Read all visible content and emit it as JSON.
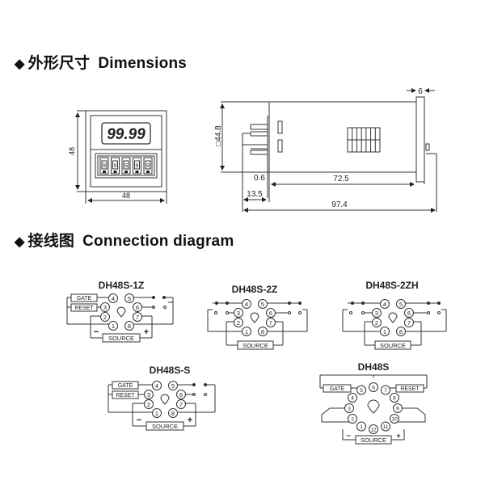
{
  "sections": {
    "dimensions": {
      "bullet": "◆",
      "title_cn": "外形尺寸",
      "title_en": "Dimensions"
    },
    "connection": {
      "bullet": "◆",
      "title_cn": "接线图",
      "title_en": "Connection diagram"
    }
  },
  "front_view": {
    "display_value": "99.99",
    "thumbwheels": [
      "9",
      "9",
      "S",
      "9",
      "9"
    ],
    "height_label": "48",
    "width_label": "48"
  },
  "side_view": {
    "height_label": "□44.8",
    "bezel_label": "6",
    "gap_label": "0.6",
    "body_label": "72.5",
    "pins_label": "13.5",
    "total_label": "97.4"
  },
  "diagrams": {
    "d1z": {
      "title": "DH48S-1Z",
      "gate": "GATE",
      "reset": "RESET",
      "source": "SOURCE",
      "minus": "−",
      "plus": "+",
      "pins": [
        "1",
        "2",
        "3",
        "4",
        "5",
        "6",
        "7",
        "8"
      ]
    },
    "d2z": {
      "title": "DH48S-2Z",
      "source": "SOURCE",
      "pins": [
        "1",
        "2",
        "3",
        "4",
        "5",
        "6",
        "7",
        "8"
      ]
    },
    "d2zh": {
      "title": "DH48S-2ZH",
      "source": "SOURCE",
      "pins": [
        "1",
        "2",
        "3",
        "4",
        "5",
        "6",
        "7",
        "8"
      ]
    },
    "ds": {
      "title": "DH48S-S",
      "gate": "GATE",
      "reset": "RESET",
      "source": "SOURCE",
      "minus": "−",
      "plus": "+",
      "pins": [
        "1",
        "2",
        "3",
        "4",
        "5",
        "6",
        "7",
        "8"
      ]
    },
    "d48s": {
      "title": "DH48S",
      "gate": "GATE",
      "reset": "RESET",
      "source": "SOURCE",
      "minus": "−",
      "plus": "+",
      "pins": [
        "1",
        "2",
        "3",
        "4",
        "5",
        "6",
        "7",
        "8",
        "9",
        "10",
        "11",
        "12"
      ]
    }
  }
}
